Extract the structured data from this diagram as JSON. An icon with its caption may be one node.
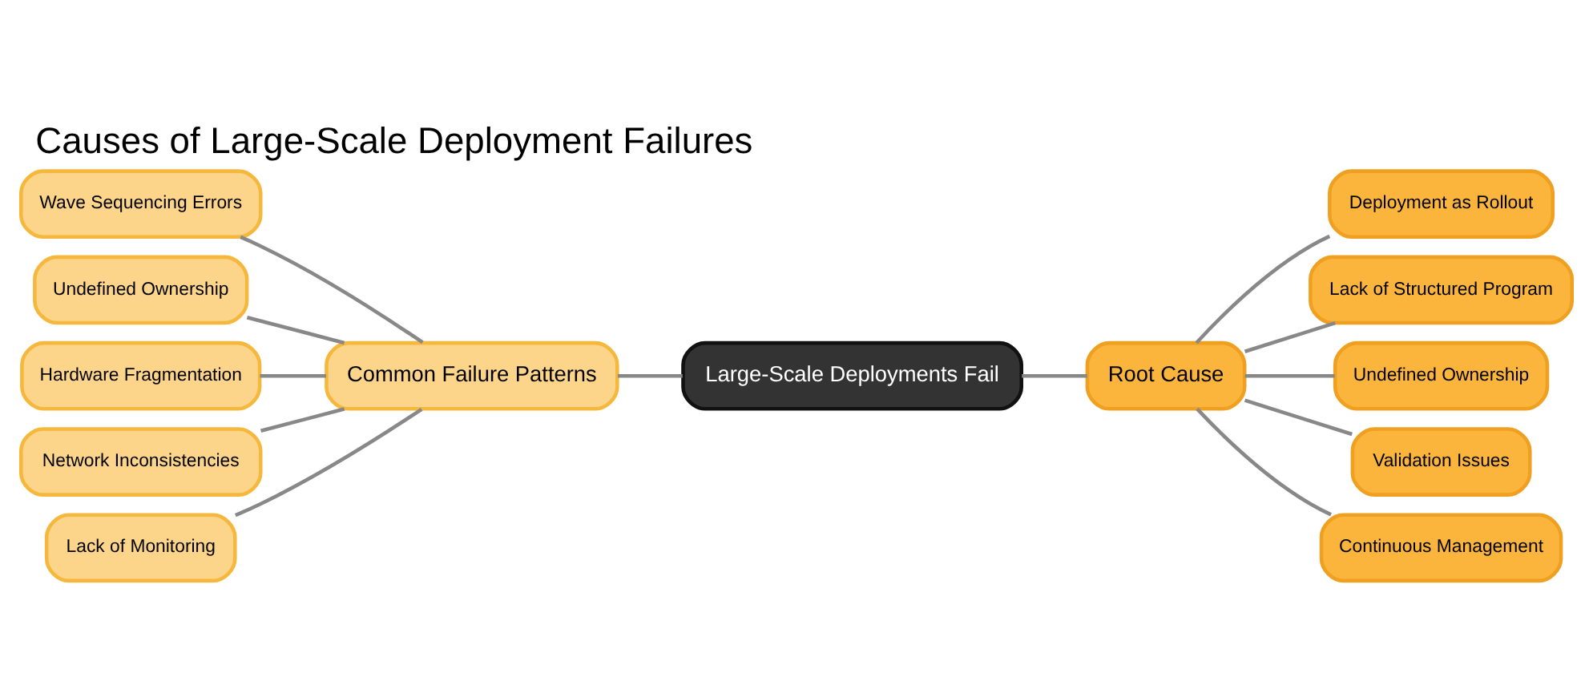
{
  "diagram": {
    "title": "Causes of Large-Scale Deployment Failures",
    "nodes": [
      {
        "text": [
          "Large-Scale Deployments Fail"
        ]
      },
      {
        "text": [
          "Common Failure Patterns"
        ]
      },
      {
        "text": [
          "Root Cause"
        ]
      },
      {
        "text": [
          "Wave Sequencing Errors"
        ]
      },
      {
        "text": [
          "Undefined Ownership"
        ]
      },
      {
        "text": [
          "Hardware Fragmentation"
        ]
      },
      {
        "text": [
          "Network Inconsistencies"
        ]
      },
      {
        "text": [
          "Lack of Monitoring"
        ]
      },
      {
        "text": [
          "Deployment as Rollout"
        ]
      },
      {
        "text": [
          "Lack of Structured Program"
        ]
      },
      {
        "text": [
          "Undefined Ownership"
        ]
      },
      {
        "text": [
          "Validation Issues"
        ]
      },
      {
        "text": [
          "Continuous Management"
        ]
      }
    ],
    "edges": [
      {
        "from": 3,
        "to": 1,
        "arrow": "none"
      },
      {
        "from": 4,
        "to": 1,
        "arrow": "none"
      },
      {
        "from": 5,
        "to": 1,
        "arrow": "none"
      },
      {
        "from": 6,
        "to": 1,
        "arrow": "none"
      },
      {
        "from": 7,
        "to": 1,
        "arrow": "none"
      },
      {
        "from": 1,
        "to": 0,
        "arrow": "none"
      },
      {
        "from": 0,
        "to": 2,
        "arrow": "none"
      },
      {
        "from": 2,
        "to": 8,
        "arrow": "none"
      },
      {
        "from": 2,
        "to": 9,
        "arrow": "none"
      },
      {
        "from": 2,
        "to": 10,
        "arrow": "none"
      },
      {
        "from": 2,
        "to": 11,
        "arrow": "none"
      },
      {
        "from": 2,
        "to": 12,
        "arrow": "none"
      }
    ]
  }
}
